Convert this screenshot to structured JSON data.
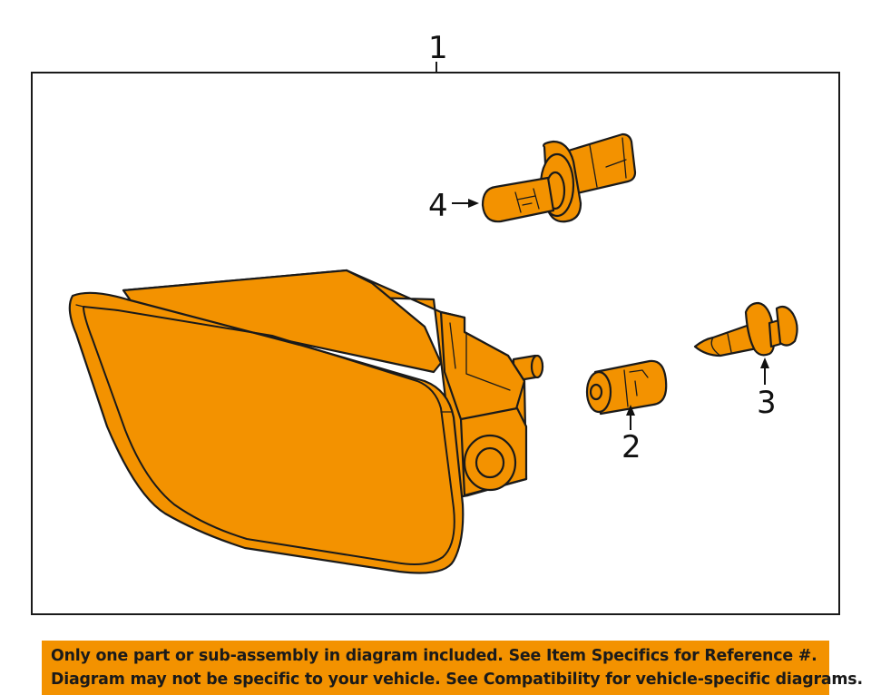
{
  "callouts": {
    "c1": "1",
    "c2": "2",
    "c3": "3",
    "c4": "4"
  },
  "disclaimer": {
    "line1": "Only one part or sub-assembly in diagram included. See Item Specifics for Reference #.",
    "line2": "Diagram may not be specific to your vehicle. See Compatibility for vehicle-specific diagrams."
  },
  "colors": {
    "part_fill": "#f39200",
    "outline": "#1a1a1a",
    "banner": "#f39200"
  }
}
